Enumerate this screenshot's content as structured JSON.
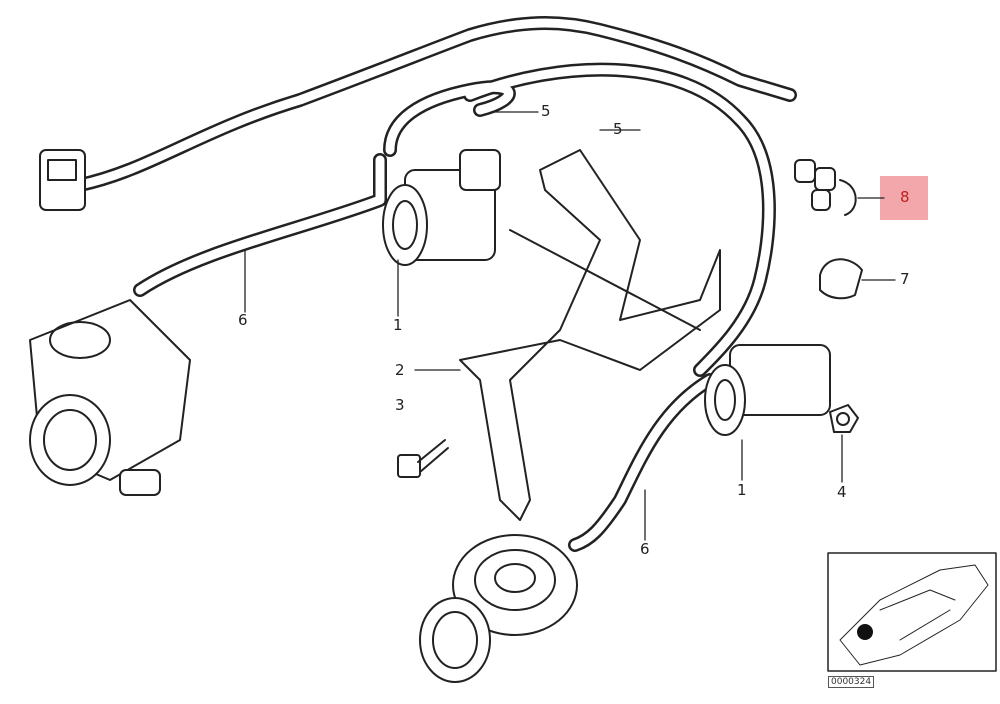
{
  "callouts": [
    {
      "id": "5a",
      "text": "5"
    },
    {
      "id": "5b",
      "text": "5"
    },
    {
      "id": "8",
      "text": "8",
      "highlighted": true
    },
    {
      "id": "7",
      "text": "7"
    },
    {
      "id": "6a",
      "text": "6"
    },
    {
      "id": "1a",
      "text": "1"
    },
    {
      "id": "2",
      "text": "2"
    },
    {
      "id": "3",
      "text": "3"
    },
    {
      "id": "1b",
      "text": "1"
    },
    {
      "id": "4",
      "text": "4"
    },
    {
      "id": "6b",
      "text": "6"
    }
  ],
  "inset": {
    "code": "0000324"
  },
  "colors": {
    "line": "#222222",
    "highlight": "#f3a7ab"
  }
}
